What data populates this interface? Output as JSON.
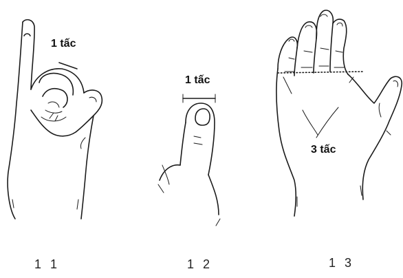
{
  "figures": [
    {
      "caption": "1 1",
      "measure_label": "1 tấc"
    },
    {
      "caption": "1 2",
      "measure_label": "1 tấc"
    },
    {
      "caption": "1 3",
      "measure_label": "3 tấc"
    }
  ]
}
